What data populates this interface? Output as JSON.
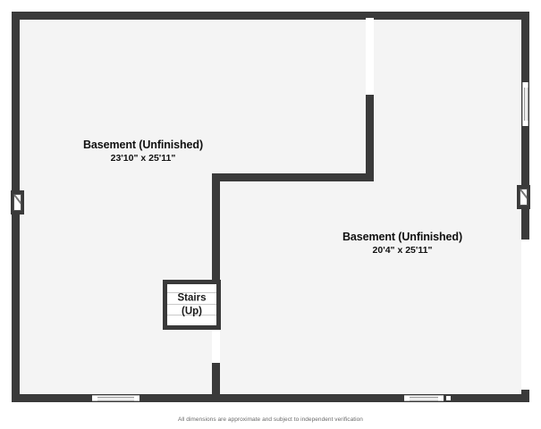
{
  "document": {
    "type": "floor-plan",
    "level": "Basement",
    "disclaimer": "All dimensions are approximate and subject to independent verification",
    "colors": {
      "wall": "#3a3a3a",
      "floor_fill": "#f4f4f4",
      "page_background": "#ffffff",
      "text": "#111111",
      "disclaimer_text": "#6a6a6a",
      "window_frame": "#b8b8b8"
    }
  },
  "rooms": [
    {
      "id": "basement-left",
      "name": "Basement (Unfinished)",
      "dimensions": "23'10\" x 25'11\"",
      "width_ft_in": "23'10\"",
      "length_ft_in": "25'11\""
    },
    {
      "id": "basement-right",
      "name": "Basement (Unfinished)",
      "dimensions": "20'4\" x 25'11\"",
      "width_ft_in": "20'4\"",
      "length_ft_in": "25'11\""
    }
  ],
  "stairs": {
    "label": "Stairs",
    "direction": "(Up)"
  },
  "features": {
    "windows": [
      {
        "id": "window-bottom-left",
        "orientation": "horizontal",
        "wall": "south"
      },
      {
        "id": "window-bottom-right",
        "orientation": "horizontal",
        "wall": "south"
      },
      {
        "id": "window-right-upper",
        "orientation": "vertical",
        "wall": "east"
      },
      {
        "id": "egress-window-left",
        "orientation": "vertical",
        "wall": "west"
      },
      {
        "id": "egress-window-right",
        "orientation": "vertical",
        "wall": "east"
      }
    ],
    "openings": [
      {
        "id": "opening-interior-vertical-north",
        "orientation": "vertical"
      },
      {
        "id": "opening-interior-vertical-south",
        "orientation": "vertical"
      },
      {
        "id": "opening-east-wall-lower",
        "orientation": "vertical"
      }
    ]
  }
}
